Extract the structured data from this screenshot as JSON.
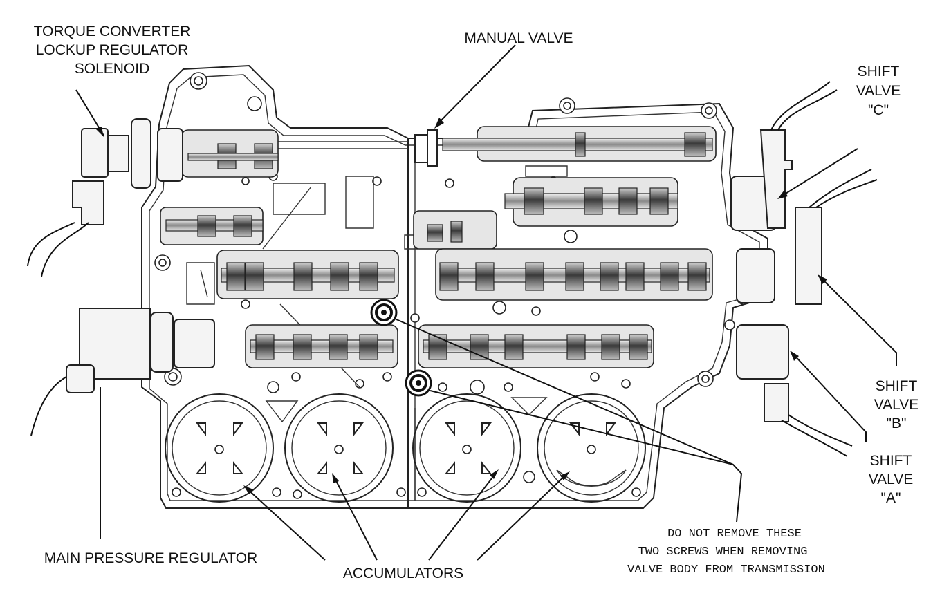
{
  "labels": {
    "tcc_solenoid": [
      "TORQUE CONVERTER",
      "LOCKUP REGULATOR",
      "SOLENOID"
    ],
    "manual_valve": "MANUAL VALVE",
    "shift_valve_c": [
      "SHIFT",
      "VALVE",
      "\"C\""
    ],
    "shift_valve_b": [
      "SHIFT",
      "VALVE",
      "\"B\""
    ],
    "shift_valve_a": [
      "SHIFT",
      "VALVE",
      "\"A\""
    ],
    "main_pressure_regulator": "MAIN PRESSURE REGULATOR",
    "accumulators": "ACCUMULATORS",
    "warning_note": [
      "DO NOT REMOVE THESE",
      "TWO SCREWS WHEN REMOVING",
      "VALVE BODY FROM TRANSMISSION"
    ]
  },
  "colors": {
    "line": "#222222",
    "spool": "#e6e6e6",
    "land_dark": "#3a3a3a",
    "land_light": "#cfcfcf"
  }
}
